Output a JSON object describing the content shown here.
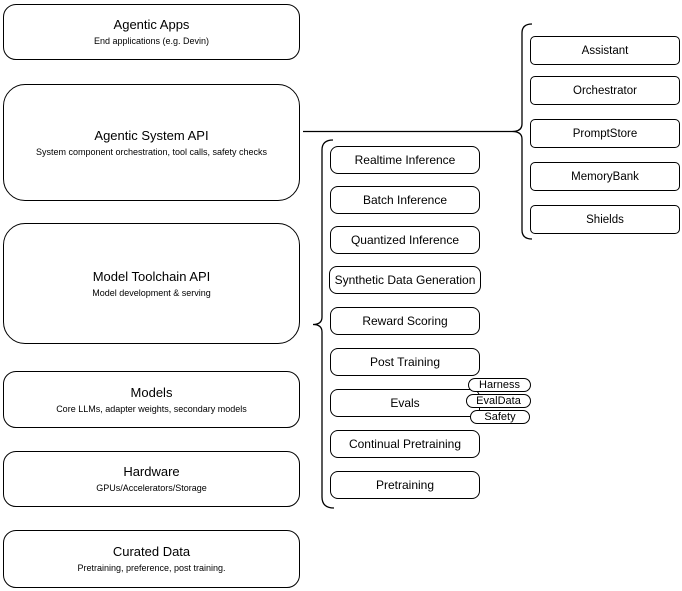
{
  "diagram": {
    "title_hint": "Agentic stack architecture",
    "colors": {
      "border": "#000000",
      "background": "#ffffff",
      "text": "#000000"
    },
    "left_column": [
      {
        "title": "Agentic Apps",
        "subtitle": "End applications (e.g. Devin)"
      },
      {
        "title": "Agentic System API",
        "subtitle": "System component orchestration, tool calls, safety checks"
      },
      {
        "title": "Model Toolchain API",
        "subtitle": "Model development & serving"
      },
      {
        "title": "Models",
        "subtitle": "Core LLMs, adapter weights, secondary models"
      },
      {
        "title": "Hardware",
        "subtitle": "GPUs/Accelerators/Storage"
      },
      {
        "title": "Curated Data",
        "subtitle": "Pretraining, preference, post training."
      }
    ],
    "toolchain_items": [
      "Realtime Inference",
      "Batch Inference",
      "Quantized Inference",
      "Synthetic Data Generation",
      "Reward Scoring",
      "Post Training",
      "Evals",
      "Continual Pretraining",
      "Pretraining"
    ],
    "evals_tags": [
      "Harness",
      "EvalData",
      "Safety"
    ],
    "system_components": [
      "Assistant",
      "Orchestrator",
      "PromptStore",
      "MemoryBank",
      "Shields"
    ]
  }
}
